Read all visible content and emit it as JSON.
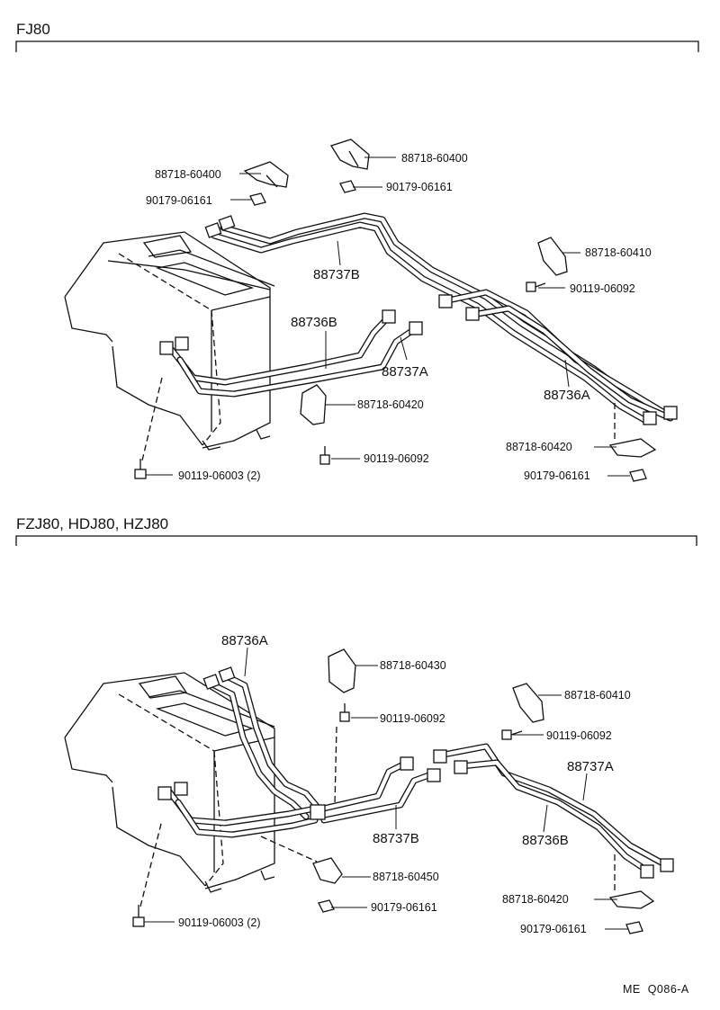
{
  "sections": [
    {
      "title": "FJ80",
      "labels": {
        "clamp_top_left": "88718-60400",
        "nut_top_left": "90179-06161",
        "clamp_top_center": "88718-60400",
        "nut_top_center": "90179-06161",
        "pipe_upper": "88737B",
        "clamp_right": "88718-60410",
        "bolt_right": "90119-06092",
        "pipe_front_b": "88736B",
        "pipe_front_a": "88737A",
        "clamp_center": "88718-60420",
        "bolt_center": "90119-06092",
        "pipe_right_a": "88736A",
        "clamp_lower_right": "88718-60420",
        "nut_lower_right": "90179-06161",
        "bolt_left": "90119-06003 (2)"
      }
    },
    {
      "title": "FZJ80, HDJ80, HZJ80",
      "labels": {
        "pipe_upper": "88736A",
        "clamp_top_center": "88718-60430",
        "bolt_top_center": "90119-06092",
        "clamp_right": "88718-60410",
        "bolt_right": "90119-06092",
        "pipe_right_a": "88737A",
        "pipe_center_b": "88737B",
        "pipe_right_b": "88736B",
        "clamp_lower_center": "88718-60450",
        "nut_lower_center": "90179-06161",
        "clamp_lower_right": "88718-60420",
        "nut_lower_right": "90179-06161",
        "bolt_left": "90119-06003 (2)"
      }
    }
  ],
  "footer_code": "ME  Q086-A"
}
